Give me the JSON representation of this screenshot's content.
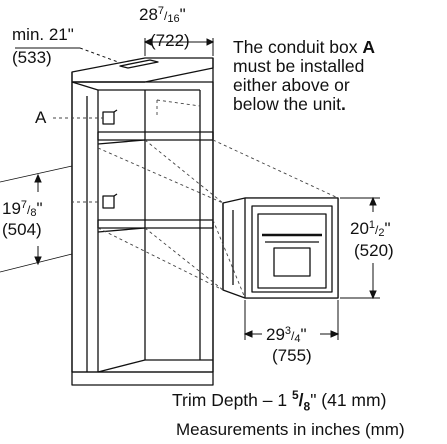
{
  "dimensions": {
    "cabinet_width_in": "28",
    "cabinet_width_frac_num": "7",
    "cabinet_width_frac_den": "16",
    "cabinet_width_unit": "\"",
    "cabinet_width_mm": "(722)",
    "min_depth_in": "min. 21\"",
    "min_depth_mm": "(533)",
    "height_in": "19",
    "height_frac_num": "7",
    "height_frac_den": "8",
    "height_unit": "\"",
    "height_mm": "(504)",
    "unit_height_in": "20",
    "unit_height_frac_num": "1",
    "unit_height_frac_den": "2",
    "unit_height_unit": "\"",
    "unit_height_mm": "(520)",
    "unit_width_in": "29",
    "unit_width_frac_num": "3",
    "unit_width_frac_den": "4",
    "unit_width_unit": "\"",
    "unit_width_mm": "(755)"
  },
  "marker_label": "A",
  "note": {
    "line1_prefix": "The conduit box ",
    "line1_bold": "A",
    "line2": "must be installed",
    "line3": "either above or",
    "line4_prefix": "below the unit",
    "line4_bold": "."
  },
  "trim_depth": {
    "prefix": "Trim Depth – 1 ",
    "frac_num": "5",
    "frac_slash": "/",
    "frac_den": "8",
    "suffix": "\" (41 mm)"
  },
  "measurements_note": "Measurements in inches (mm)"
}
